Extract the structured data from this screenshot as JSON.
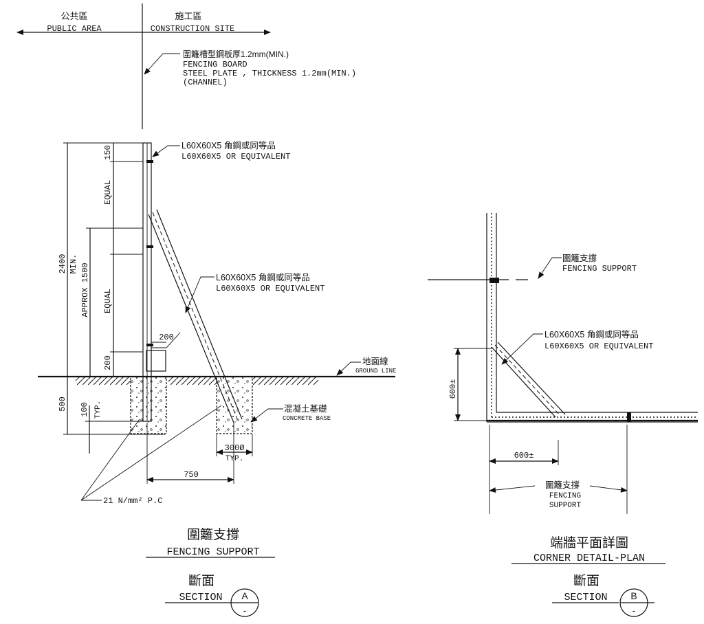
{
  "zones": {
    "public_zh": "公共區",
    "public_en": "PUBLIC AREA",
    "site_zh": "施工區",
    "site_en": "CONSTRUCTION SITE"
  },
  "fencing_board": {
    "line1": "圍籬槽型鋼板厚1.2mm(MIN.)",
    "line2": "FENCING BOARD",
    "line3": "STEEL PLATE , THICKNESS 1.2mm(MIN.)",
    "line4": "(CHANNEL)"
  },
  "angle_top": {
    "zh": "L60X60X5 角鋼或同等品",
    "en": "L60X60X5 OR EQUIVALENT"
  },
  "angle_brace": {
    "zh": "L60X60X5 角鋼或同等品",
    "en": "L60X60X5 OR EQUIVALENT"
  },
  "angle_corner": {
    "zh": "L60X60X5 角鋼或同等品",
    "en": "L60X60X5 OR EQUIVALENT"
  },
  "ground": {
    "zh": "地面線",
    "en": "GROUND LINE"
  },
  "concrete": {
    "zh": "混凝土基礎",
    "en": "CONCRETE BASE"
  },
  "dims": {
    "d150": "150",
    "equal1": "EQUAL",
    "equal2": "EQUAL",
    "d200v": "200",
    "d200h": "200",
    "d2400": "2400",
    "min": "MIN.",
    "approx": "APPROX 1500",
    "d500": "500",
    "d100": "100",
    "typ": "TYP.",
    "d300": "300Ø",
    "typ2": "TYP.",
    "d750": "750",
    "d600v": "600±",
    "d600h": "600±"
  },
  "strength": "21 N/mm² P.C",
  "corner_support_top": {
    "zh": "圍籬支撐",
    "en": "FENCING SUPPORT"
  },
  "corner_support_bottom": {
    "zh": "圍籬支撐",
    "en1": "FENCING",
    "en2": "SUPPORT"
  },
  "title_a": {
    "zh": "圍籬支撐",
    "en": "FENCING SUPPORT",
    "sec_zh": "斷面",
    "sec_en": "SECTION",
    "letter": "A",
    "dash": "-"
  },
  "title_b": {
    "zh": "端牆平面詳圖",
    "en": "CORNER DETAIL-PLAN",
    "sec_zh": "斷面",
    "sec_en": "SECTION",
    "letter": "B",
    "dash": "-"
  }
}
